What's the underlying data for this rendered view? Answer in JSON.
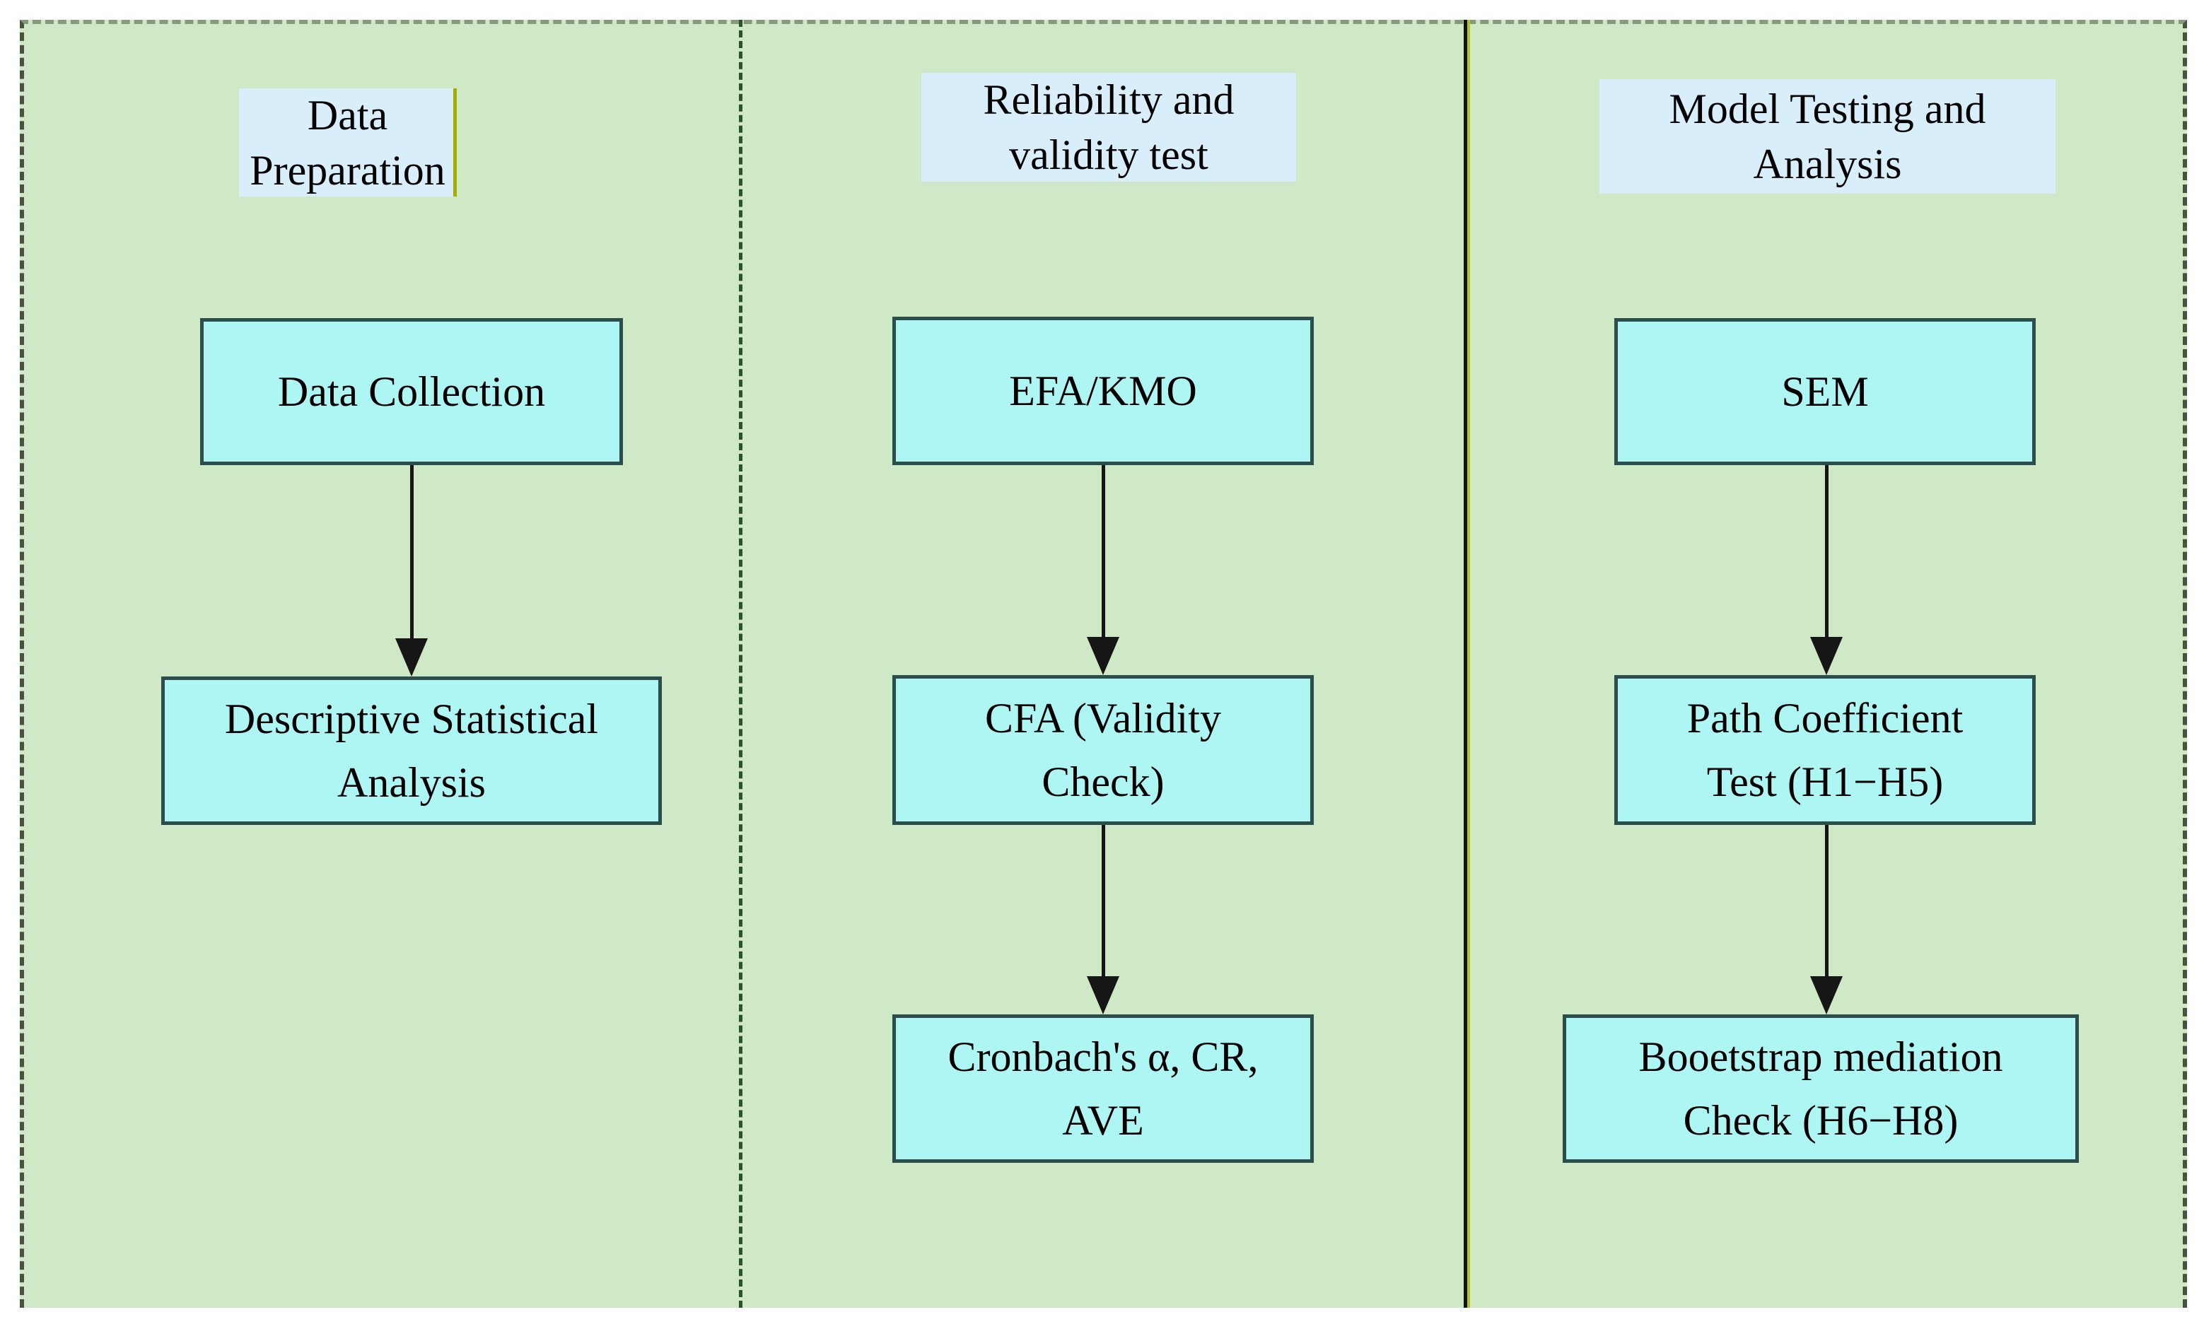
{
  "figure": {
    "columns": [
      {
        "id": "data-preparation",
        "header": {
          "lines": [
            "Data",
            "Preparation"
          ]
        },
        "boxes": [
          {
            "lines": [
              "Data Collection"
            ]
          },
          {
            "lines": [
              "Descriptive Statistical",
              "Analysis"
            ]
          }
        ]
      },
      {
        "id": "reliability-validity-test",
        "header": {
          "lines": [
            "Reliability and",
            "validity test"
          ]
        },
        "boxes": [
          {
            "lines": [
              "EFA/KMO"
            ]
          },
          {
            "lines": [
              "CFA (Validity",
              "Check)"
            ]
          },
          {
            "lines": [
              "Cronbach's α, CR,",
              "AVE"
            ]
          }
        ]
      },
      {
        "id": "model-testing-analysis",
        "header": {
          "lines": [
            "Model Testing and",
            "Analysis"
          ]
        },
        "boxes": [
          {
            "lines": [
              "SEM"
            ]
          },
          {
            "lines": [
              "Path Coefficient",
              "Test (H1−H5)"
            ]
          },
          {
            "lines": [
              "Booetstrap mediation",
              "Check (H6−H8)"
            ]
          }
        ]
      }
    ],
    "colors": {
      "panel_background": "#cfe9c6",
      "panel_border": "#47523f",
      "dashed_divider": "#2c522c",
      "solid_divider": "#0e140e",
      "solid_divider_accent": "#b3c52b",
      "header_background": "#d9eefb",
      "box_background": "#aef6f4",
      "box_border": "#2b4d4b",
      "arrow": "#161616",
      "caret_mark": "#a3ad00",
      "text": "#000000"
    }
  }
}
